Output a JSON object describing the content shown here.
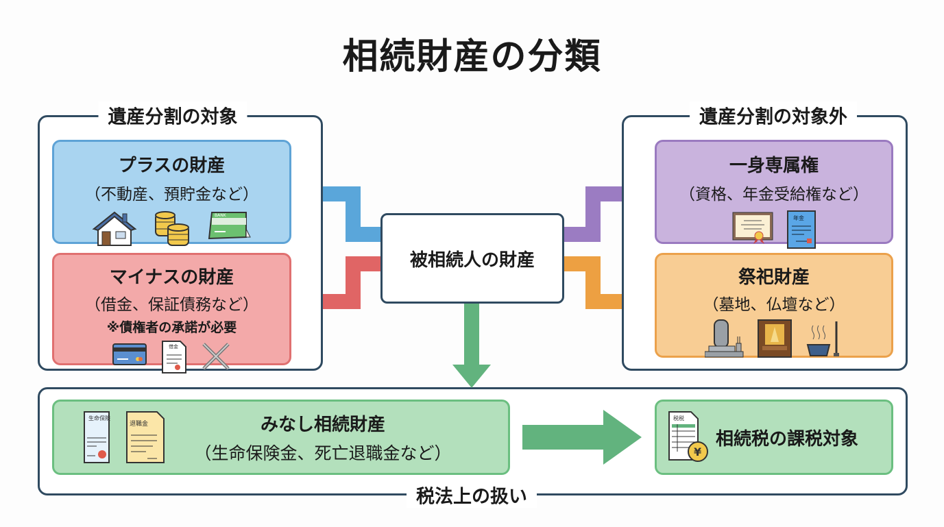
{
  "title": "相続財産の分類",
  "center": {
    "label": "被相続人の財産"
  },
  "left_group": {
    "label": "遺産分割の対象",
    "plus": {
      "title": "プラスの財産",
      "subtitle": "（不動産、預貯金など）",
      "icons": [
        "house-icon",
        "coins-icon",
        "bankbook-icon"
      ],
      "icon_text": {
        "bankbook": "BANK"
      }
    },
    "minus": {
      "title": "マイナスの財産",
      "subtitle": "（借金、保証債務など）",
      "note": "※債権者の承諾が必要",
      "icons": [
        "credit-card-icon",
        "loan-document-icon",
        "chain-icon"
      ],
      "icon_text": {
        "loan": "借金"
      }
    }
  },
  "right_group": {
    "label": "遺産分割の対象外",
    "personal": {
      "title": "一身専属権",
      "subtitle": "（資格、年金受給権など）",
      "icons": [
        "certificate-icon",
        "pension-document-icon"
      ],
      "icon_text": {
        "pension": "年金"
      }
    },
    "ritual": {
      "title": "祭祀財産",
      "subtitle": "（墓地、仏壇など）",
      "icons": [
        "gravestone-icon",
        "butsudan-icon",
        "incense-bowl-icon"
      ]
    }
  },
  "bottom_group": {
    "label": "税法上の扱い",
    "deemed": {
      "title": "みなし相続財産",
      "subtitle": "（生命保険金、死亡退職金など）",
      "icons": [
        "life-insurance-document-icon",
        "retirement-document-icon"
      ],
      "icon_text": {
        "insurance": "生命保険",
        "retirement": "退職金"
      }
    },
    "taxable": {
      "title": "相続税の課税対象",
      "icons": [
        "tax-form-yen-icon"
      ],
      "icon_text": {
        "tax": "税税",
        "yen": "¥"
      }
    }
  },
  "colors": {
    "plus": "#a9d4f0",
    "minus": "#f3a9a9",
    "personal": "#c9b3dd",
    "ritual": "#f8cd94",
    "deemed": "#b3e0bc",
    "arrow_blue": "#5aa6da",
    "arrow_red": "#e06565",
    "arrow_purple": "#9b7cc2",
    "arrow_orange": "#eda042",
    "arrow_green": "#62b37e",
    "frame": "#2f4a60"
  }
}
